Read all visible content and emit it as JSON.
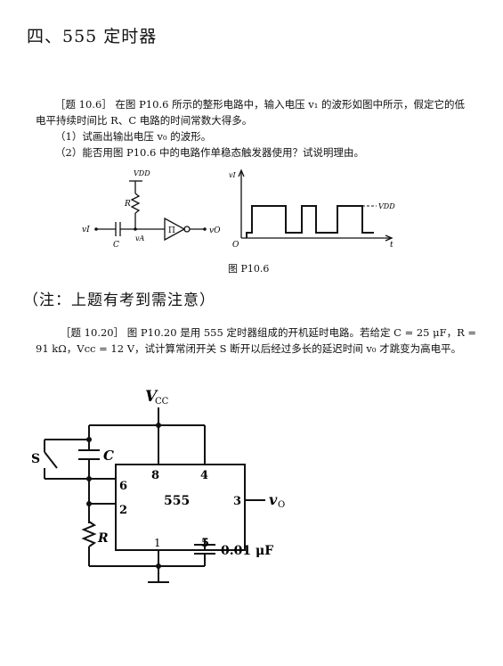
{
  "section": {
    "title": "四、555 定时器"
  },
  "q1": {
    "line1": "［题 10.6］ 在图 P10.6 所示的整形电路中，输入电压 v₁ 的波形如图中所示，假定它的低",
    "line2": "电平持续时间比 R、C 电路的时间常数大得多。",
    "line3": "（1）试画出输出电压 v₀ 的波形。",
    "line4": "（2）能否用图 P10.6 中的电路作单稳态触发器使用？试说明理由。",
    "circuit": {
      "vdd": "VDD",
      "r": "R",
      "c": "C",
      "vi": "vI",
      "va": "vA",
      "vo": "vO",
      "gate_symbol": "Π"
    },
    "waveform": {
      "y_label": "vI",
      "origin": "O",
      "x_label": "t",
      "level": "VDD"
    },
    "caption": "图 P10.6"
  },
  "note": {
    "text": "（注：上题有考到需注意）"
  },
  "q2": {
    "line1": "［题 10.20］ 图 P10.20 是用 555 定时器组成的开机延时电路。若给定 C = 25 μF，R =",
    "line2": "91 kΩ，Vcc = 12 V，试计算常闭开关 S 断开以后经过多长的延迟时间 v₀ 才跳变为高电平。",
    "circuit": {
      "vcc": "V",
      "vcc_sub": "CC",
      "switch": "S",
      "c": "C",
      "r": "R",
      "chip": "555",
      "pin8": "8",
      "pin4": "4",
      "pin6": "6",
      "pin2": "2",
      "pin1": "1",
      "pin5": "5",
      "pin3": "3",
      "vo": "v",
      "vo_sub": "O",
      "cap_value": "0.01 μF"
    }
  }
}
